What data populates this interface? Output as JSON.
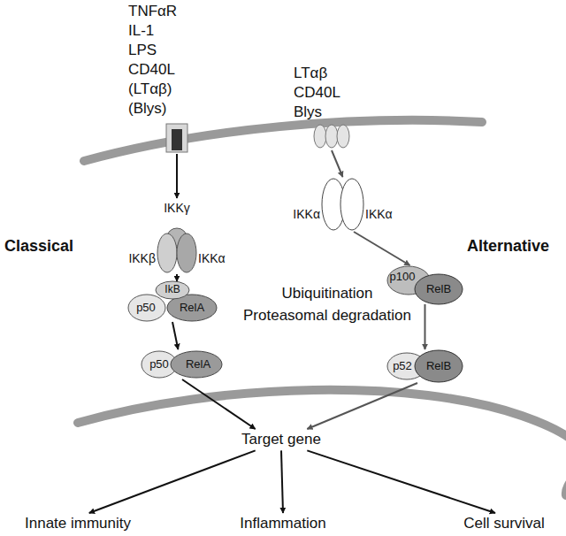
{
  "diagram": {
    "nodes": [
      {
        "text": [
          "TNFαR IL-1 LPS CD40L (LTαβ) (Blys)"
        ]
      },
      {
        "text": [
          "IKKγ",
          "IKKβ",
          "IKKα"
        ]
      },
      {
        "text": [
          "p50",
          "IkB",
          "RelA"
        ]
      },
      {
        "text": [
          "p50",
          "RelA"
        ]
      },
      {
        "text": [
          "LTαβ CD40L Blys"
        ]
      },
      {
        "text": [
          "IKKα",
          "IKKα"
        ]
      },
      {
        "text": [
          "p100",
          "RelB"
        ]
      },
      {
        "text": [
          "p52",
          "RelB"
        ]
      },
      {
        "text": [
          "Target gene"
        ]
      },
      {
        "text": [
          "Innate immunity"
        ]
      },
      {
        "text": [
          "Inflammation"
        ]
      },
      {
        "text": [
          "Cell survival"
        ]
      }
    ],
    "edges": [
      {
        "from": 0,
        "to": 1,
        "arrow": "to"
      },
      {
        "from": 1,
        "to": 2,
        "arrow": "to"
      },
      {
        "from": 2,
        "to": 3,
        "arrow": "to"
      },
      {
        "from": 4,
        "to": 5,
        "arrow": "to"
      },
      {
        "from": 5,
        "to": 6,
        "arrow": "to"
      },
      {
        "from": 6,
        "to": 7,
        "arrow": "to"
      },
      {
        "from": 3,
        "to": 8,
        "arrow": "to"
      },
      {
        "from": 7,
        "to": 8,
        "arrow": "to"
      },
      {
        "from": 8,
        "to": 9,
        "arrow": "to"
      },
      {
        "from": 8,
        "to": 10,
        "arrow": "to"
      },
      {
        "from": 8,
        "to": 11,
        "arrow": "to"
      }
    ],
    "labels": [
      "Classical",
      "Alternative",
      "Ubiquitination",
      "Proteasomal degradation"
    ]
  }
}
